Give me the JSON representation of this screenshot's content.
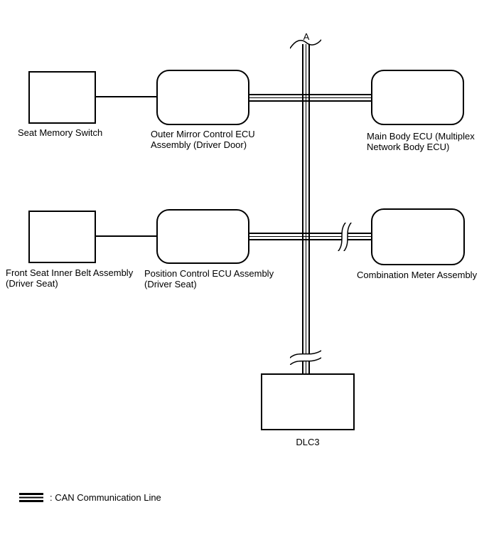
{
  "marker": {
    "label": "A"
  },
  "nodes": {
    "seat_memory_switch": {
      "label": "Seat Memory Switch"
    },
    "outer_mirror_ecu": {
      "lines": [
        "Outer Mirror Control ECU",
        "Assembly (Driver Door)"
      ]
    },
    "main_body_ecu": {
      "lines": [
        "Main Body ECU (Multiplex",
        "Network Body ECU)"
      ]
    },
    "front_seat_inner_belt": {
      "lines": [
        "Front Seat Inner Belt Assembly",
        "(Driver Seat)"
      ]
    },
    "position_control_ecu": {
      "lines": [
        "Position Control ECU Assembly",
        "(Driver Seat)"
      ]
    },
    "combination_meter": {
      "label": "Combination Meter Assembly"
    },
    "dlc3": {
      "label": "DLC3"
    }
  },
  "legend": {
    "label": ": CAN Communication Line"
  },
  "colors": {
    "line": "#000000",
    "background": "#ffffff"
  }
}
